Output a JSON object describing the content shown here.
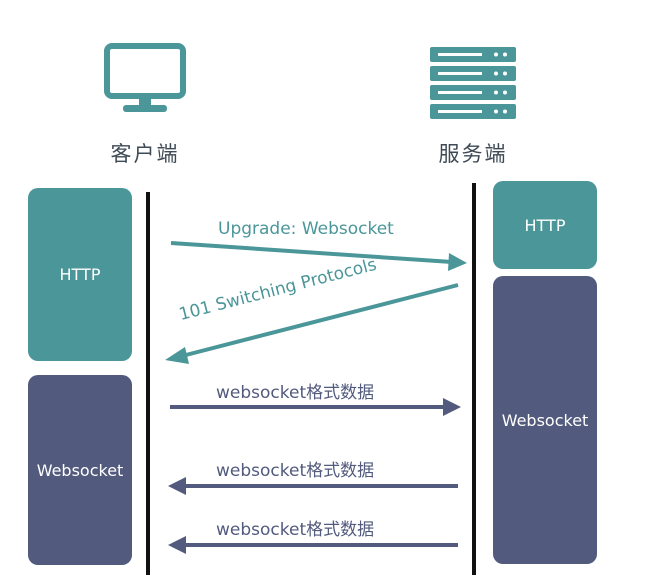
{
  "client": {
    "label": "客户端",
    "icon": "monitor-icon"
  },
  "server": {
    "label": "服务端",
    "icon": "server-icon"
  },
  "client_blocks": {
    "http": "HTTP",
    "websocket": "Websocket"
  },
  "server_blocks": {
    "http": "HTTP",
    "websocket": "Websocket"
  },
  "messages": [
    {
      "text": "Upgrade: Websocket",
      "direction": "client-to-server",
      "color": "#4a9699"
    },
    {
      "text": "101 Switching Protocols",
      "direction": "server-to-client",
      "color": "#4a9699"
    },
    {
      "text": "websocket格式数据",
      "direction": "client-to-server",
      "color": "#525a7d"
    },
    {
      "text": "websocket格式数据",
      "direction": "server-to-client",
      "color": "#525a7d"
    },
    {
      "text": "websocket格式数据",
      "direction": "server-to-client",
      "color": "#525a7d"
    }
  ],
  "colors": {
    "http": "#4a9699",
    "websocket": "#525a7d",
    "lifeline": "#111111"
  }
}
